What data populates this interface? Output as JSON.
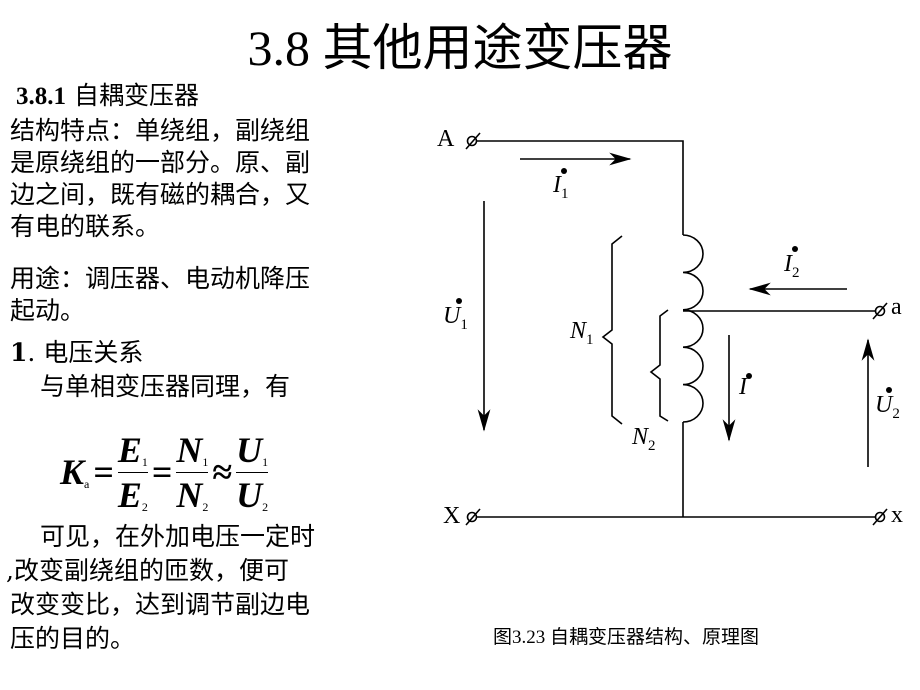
{
  "title": "3.8  其他用途变压器",
  "section": {
    "number": "3.8.1",
    "name": "自耦变压器"
  },
  "body_lines": [
    "结构特点：单绕组，副绕组",
    "是原绕组的一部分。原、副",
    "边之间，既有磁的耦合，又",
    "有电的联系。",
    "用途：调压器、电动机降压",
    "起动。"
  ],
  "subsection": {
    "number": "1",
    "name": "电压关系"
  },
  "intro": "与单相变压器同理，有",
  "formula": {
    "lhs": "K",
    "lhs_sub": "a",
    "eq1": "=",
    "E": "E",
    "N": "N",
    "U": "U",
    "approx": "≈",
    "s1": "1",
    "s2": "2"
  },
  "conclusion_lines": [
    "可见，在外加电压一定时",
    ",改变副绕组的匝数，便可",
    "改变变比，达到调节副边电",
    "压的目的。"
  ],
  "diagram": {
    "terminals": {
      "A": "A",
      "X": "X",
      "a": "a",
      "x": "x"
    },
    "labels": {
      "I1": "I",
      "I1_sub": "1",
      "I2": "I",
      "I2_sub": "2",
      "I": "I",
      "U1": "U",
      "U1_sub": "1",
      "U2": "U",
      "U2_sub": "2",
      "N1": "N",
      "N1_sub": "1",
      "N2": "N",
      "N2_sub": "2"
    }
  },
  "caption": "图3.23  自耦变压器结构、原理图"
}
